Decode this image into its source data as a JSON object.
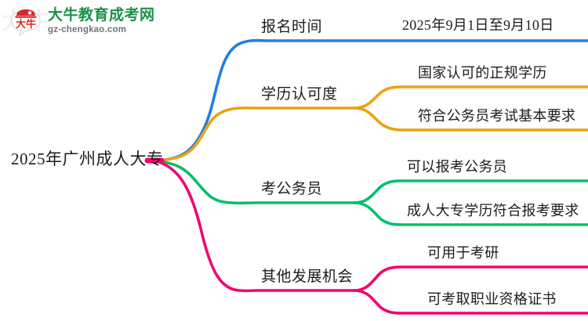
{
  "logo": {
    "mark_icon": "cow-head-logo-icon",
    "title": "大牛教育成考网",
    "subtitle": "gz-chengkao.com",
    "watermark": "大牛",
    "title_color": "#1a9245",
    "subtitle_color": "#6f7577"
  },
  "mindmap": {
    "root": {
      "label": "2025年广州成人大专"
    },
    "branches": [
      {
        "label": "报名时间",
        "color": "#1f7fe0",
        "children": [
          {
            "label": "2025年9月1日至9月10日"
          }
        ]
      },
      {
        "label": "学历认可度",
        "color": "#eda213",
        "children": [
          {
            "label": "国家认可的正规学历"
          },
          {
            "label": "符合公务员考试基本要求"
          }
        ]
      },
      {
        "label": "考公务员",
        "color": "#06bf6f",
        "children": [
          {
            "label": "可以报考公务员"
          },
          {
            "label": "成人大专学历符合报考要求"
          }
        ]
      },
      {
        "label": "其他发展机会",
        "color": "#f3046f",
        "children": [
          {
            "label": "可用于考研"
          },
          {
            "label": "可考取职业资格证书"
          }
        ]
      }
    ]
  }
}
